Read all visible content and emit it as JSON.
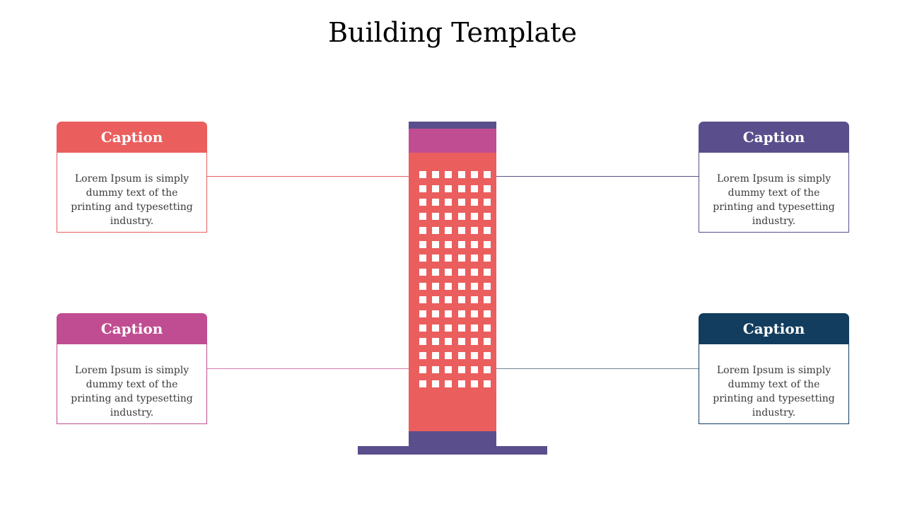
{
  "title": "Building Template",
  "colors": {
    "coral": "#eb5e5e",
    "purple": "#5a4f8c",
    "magenta": "#c04d91",
    "navy": "#133d5e"
  },
  "cards": [
    {
      "caption": "Caption",
      "text": "Lorem Ipsum is simply dummy text of the printing and typesetting industry.",
      "color": "#eb5e5e"
    },
    {
      "caption": "Caption",
      "text": "Lorem Ipsum is simply dummy text of the printing and typesetting industry.",
      "color": "#5a4f8c"
    },
    {
      "caption": "Caption",
      "text": "Lorem Ipsum is simply dummy text of the printing and typesetting industry.",
      "color": "#c04d91"
    },
    {
      "caption": "Caption",
      "text": "Lorem Ipsum is simply dummy text of the printing and typesetting industry.",
      "color": "#133d5e"
    }
  ],
  "building": {
    "window_columns": 6,
    "window_rows": 16
  }
}
